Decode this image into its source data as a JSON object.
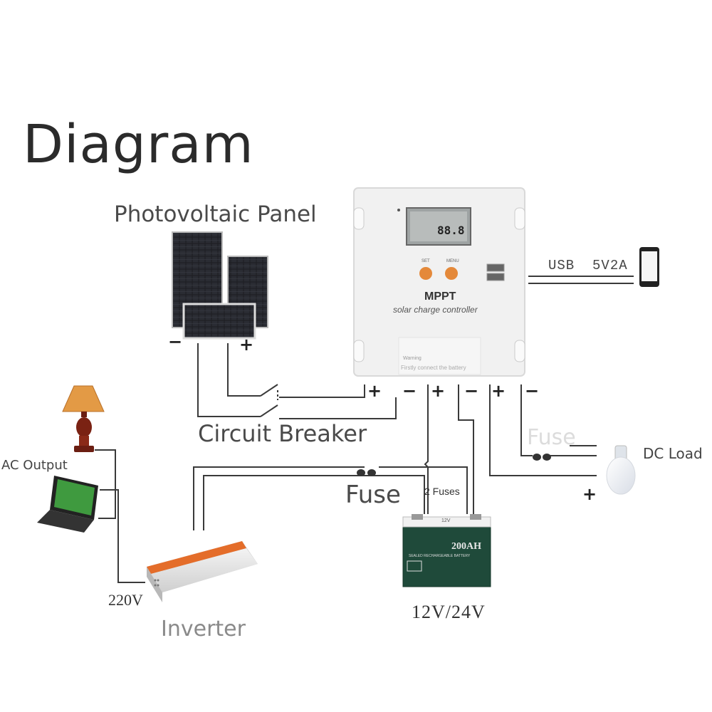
{
  "title": "Diagram",
  "labels": {
    "photovoltaic_panel": "Photovoltaic Panel",
    "circuit_breaker": "Circuit Breaker",
    "fuse_main": "Fuse",
    "fuse_faint": "Fuse",
    "two_fuses": "2 Fuses",
    "dc_load": "DC Load",
    "ac_output": "AC Output",
    "voltage_220": "220V",
    "inverter": "Inverter",
    "battery_voltage": "12V/24V",
    "usb": "USB  5V2A"
  },
  "controller": {
    "brand": "MPPT",
    "subtitle": "solar charge controller",
    "button_set": "SET",
    "button_menu": "MENU",
    "lcd_reading": "88.8",
    "warning_text": "Firstly connect the battery",
    "warning_head": "Warning"
  },
  "battery": {
    "capacity": "200AH",
    "caption": "SEALED RECHARGEABLE BATTERY",
    "top_label": "12V"
  },
  "terminals": {
    "pv_minus": "−",
    "pv_plus": "+",
    "ctrl_pv_plus": "+",
    "ctrl_pv_minus": "−",
    "ctrl_bat_plus": "+",
    "ctrl_bat_minus": "−",
    "ctrl_load_plus": "+",
    "ctrl_load_minus": "−",
    "load_plus": "+"
  },
  "colors": {
    "wire": "#3a3a3a",
    "panel_cell": "#1e1f24",
    "controller_body": "#f1f1f1",
    "button_orange": "#e4893a",
    "battery_body": "#1f4a3a"
  }
}
